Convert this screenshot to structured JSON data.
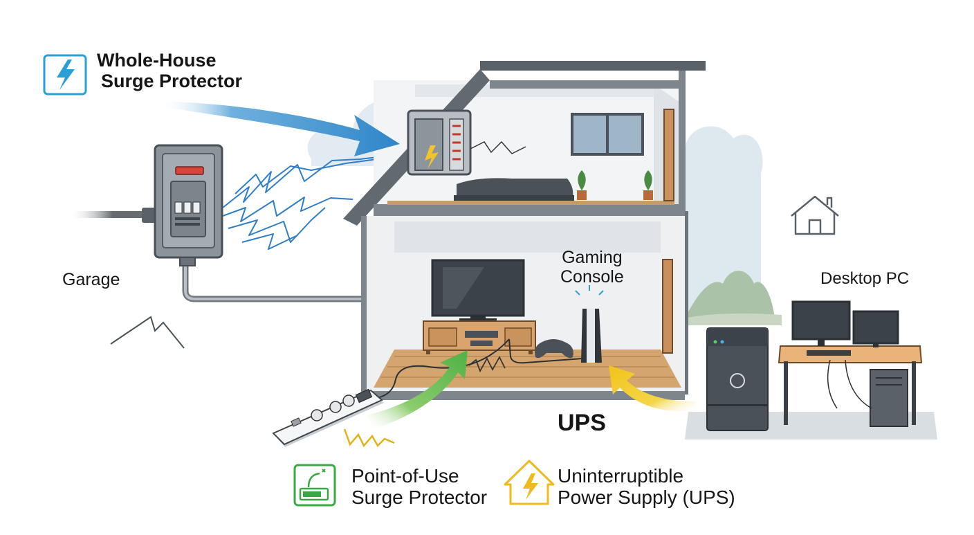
{
  "labels": {
    "whole_house_line1": "Whole-House",
    "whole_house_line2": "Surge Protector",
    "garage": "Garage",
    "gaming_line1": "Gaming",
    "gaming_line2": "Console",
    "desktop_pc": "Desktop PC",
    "ups_short": "UPS",
    "point_of_use_line1": "Point-of-Use",
    "point_of_use_line2": "Surge Protector",
    "ups_full_line1": "Uninterruptible",
    "ups_full_line2": "Power Supply (UPS)"
  },
  "icons": {
    "whole_house": "lightning-bolt-icon",
    "point_of_use": "surge-strip-icon",
    "ups": "house-lightning-icon",
    "home": "house-outline-icon"
  },
  "colors": {
    "arrow_blue": "#2f86c8",
    "arrow_green": "#57b648",
    "arrow_yellow": "#f0c419",
    "house_wall": "#7d858d",
    "floor_wood": "#d4a56e",
    "icon_teal": "#2a9fd6",
    "icon_green": "#3aa845",
    "icon_yellow": "#eeba1c"
  }
}
